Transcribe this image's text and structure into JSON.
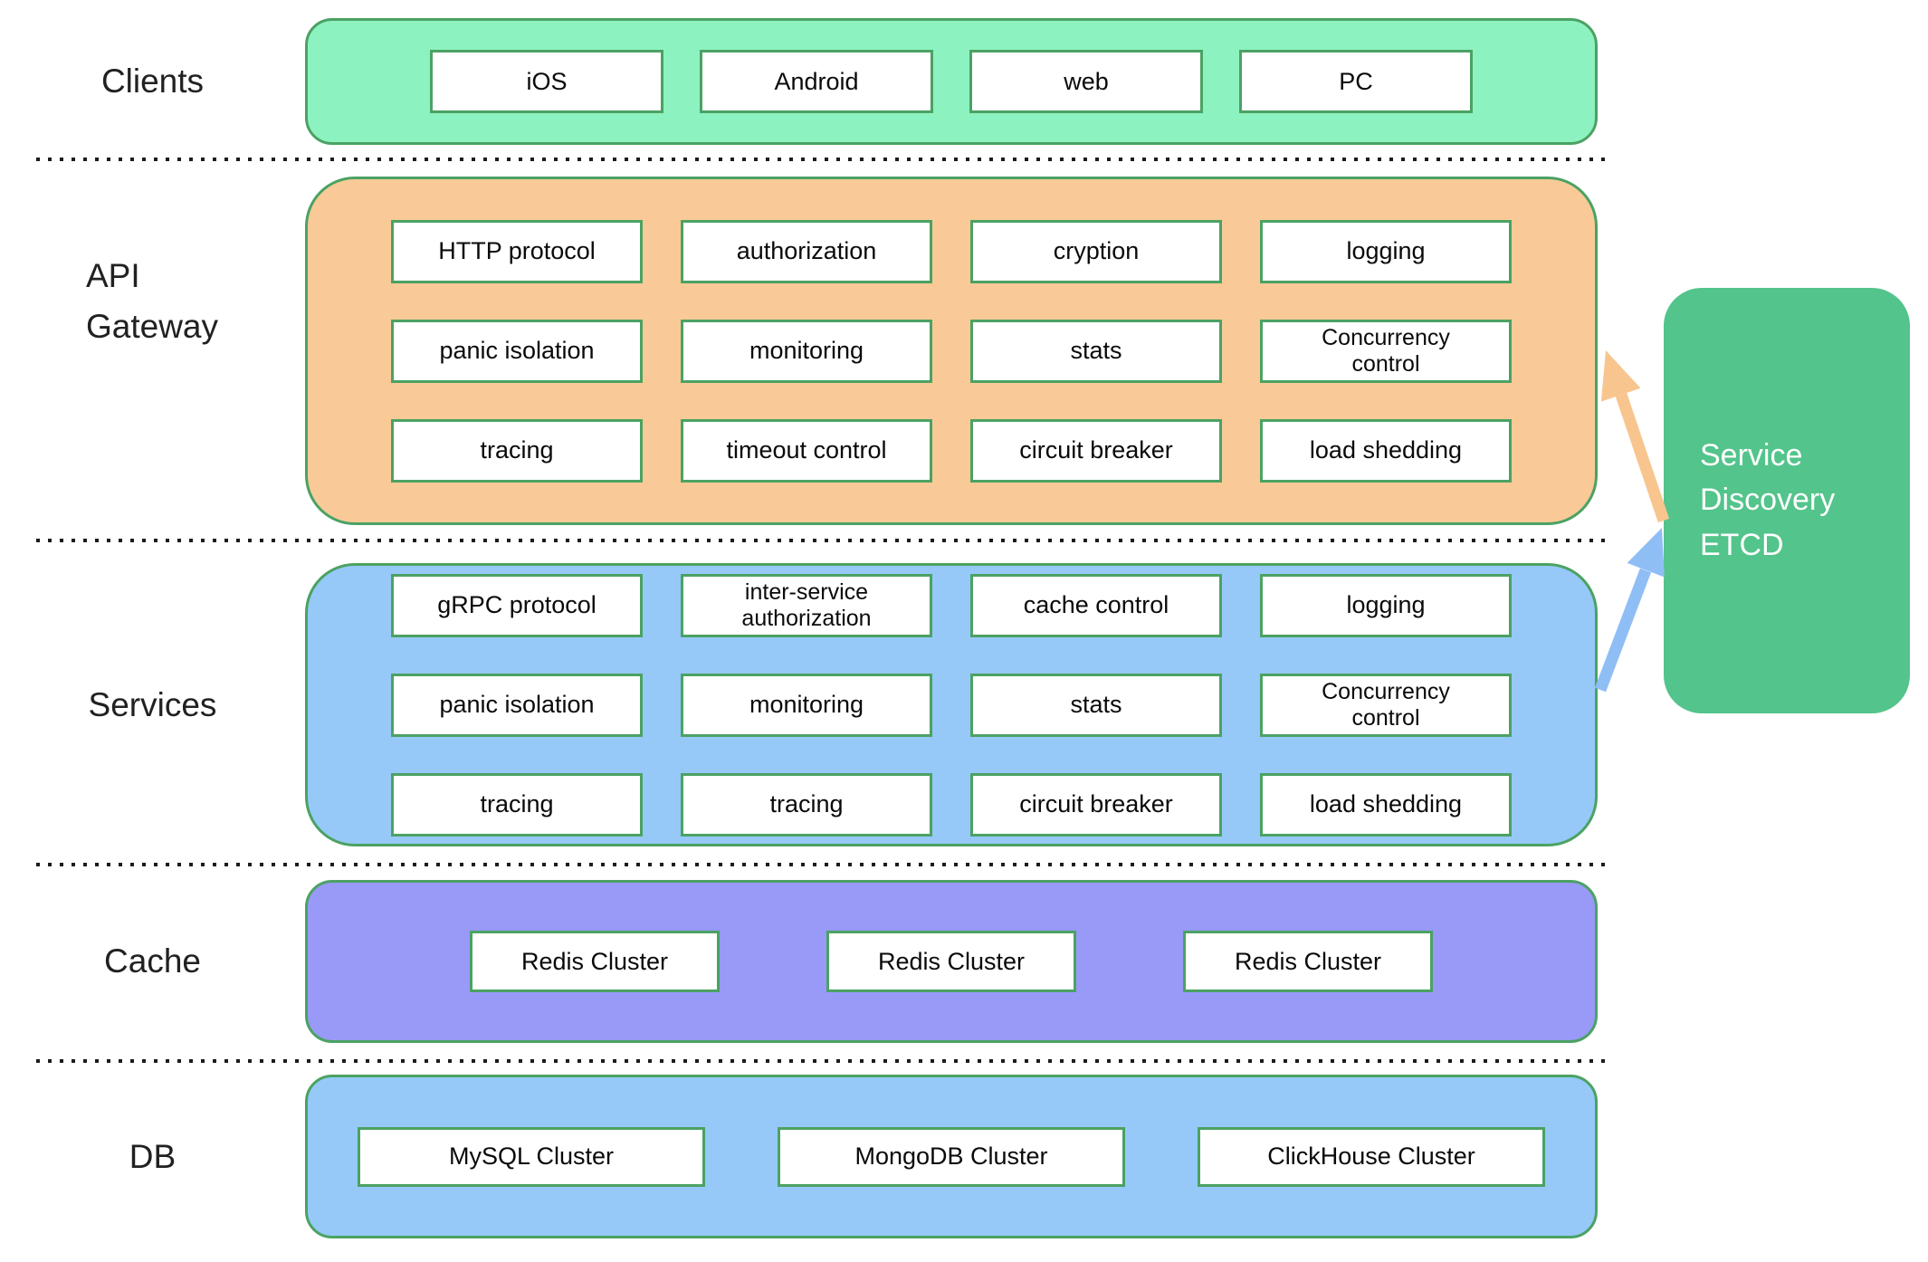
{
  "colors": {
    "clients_fill": "#8CF2C0",
    "api_fill": "#F9CA97",
    "services_fill": "#96C9F8",
    "cache_fill": "#9999F8",
    "db_fill": "#96C9F8",
    "etcd_fill": "#53C48B",
    "border_green": "#4BA263",
    "arrow_orange": "#F8C58F",
    "arrow_blue": "#8FBEF5"
  },
  "side_labels": {
    "clients": "Clients",
    "api_gateway": [
      "API",
      "Gateway"
    ],
    "services": "Services",
    "cache": "Cache",
    "db": "DB"
  },
  "clients": {
    "items": [
      "iOS",
      "Android",
      "web",
      "PC"
    ]
  },
  "api_gateway": {
    "rows": [
      [
        "HTTP protocol",
        "authorization",
        "cryption",
        "logging"
      ],
      [
        "panic isolation",
        "monitoring",
        "stats",
        "Concurrency control"
      ],
      [
        "tracing",
        "timeout control",
        "circuit breaker",
        "load shedding"
      ]
    ]
  },
  "services": {
    "rows": [
      [
        "gRPC protocol",
        "inter-service authorization",
        "cache control",
        "logging"
      ],
      [
        "panic isolation",
        "monitoring",
        "stats",
        "Concurrency control"
      ],
      [
        "tracing",
        "tracing",
        "circuit breaker",
        "load shedding"
      ]
    ]
  },
  "cache": {
    "items": [
      "Redis Cluster",
      "Redis Cluster",
      "Redis Cluster"
    ]
  },
  "db": {
    "items": [
      "MySQL Cluster",
      "MongoDB Cluster",
      "ClickHouse Cluster"
    ]
  },
  "service_discovery": {
    "lines": [
      "Service",
      "Discovery",
      "ETCD"
    ]
  }
}
